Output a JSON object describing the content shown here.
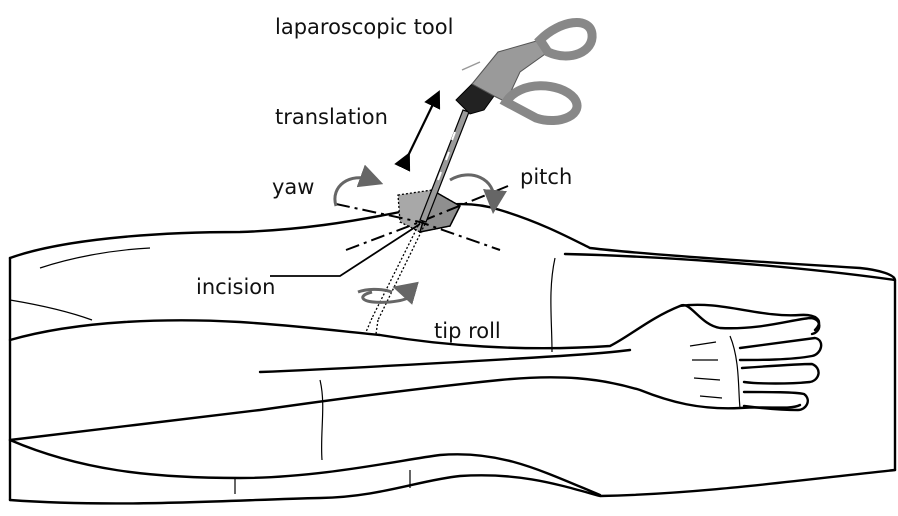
{
  "labels": {
    "tool": "laparoscopic tool",
    "translation": "translation",
    "yaw": "yaw",
    "pitch": "pitch",
    "incision": "incision",
    "tip_roll": "tip roll"
  },
  "colors": {
    "tool_gray": "#9a9a9a",
    "plane_gray": "#a8a8a8",
    "arrow_gray": "#666666",
    "outline": "#000000"
  }
}
